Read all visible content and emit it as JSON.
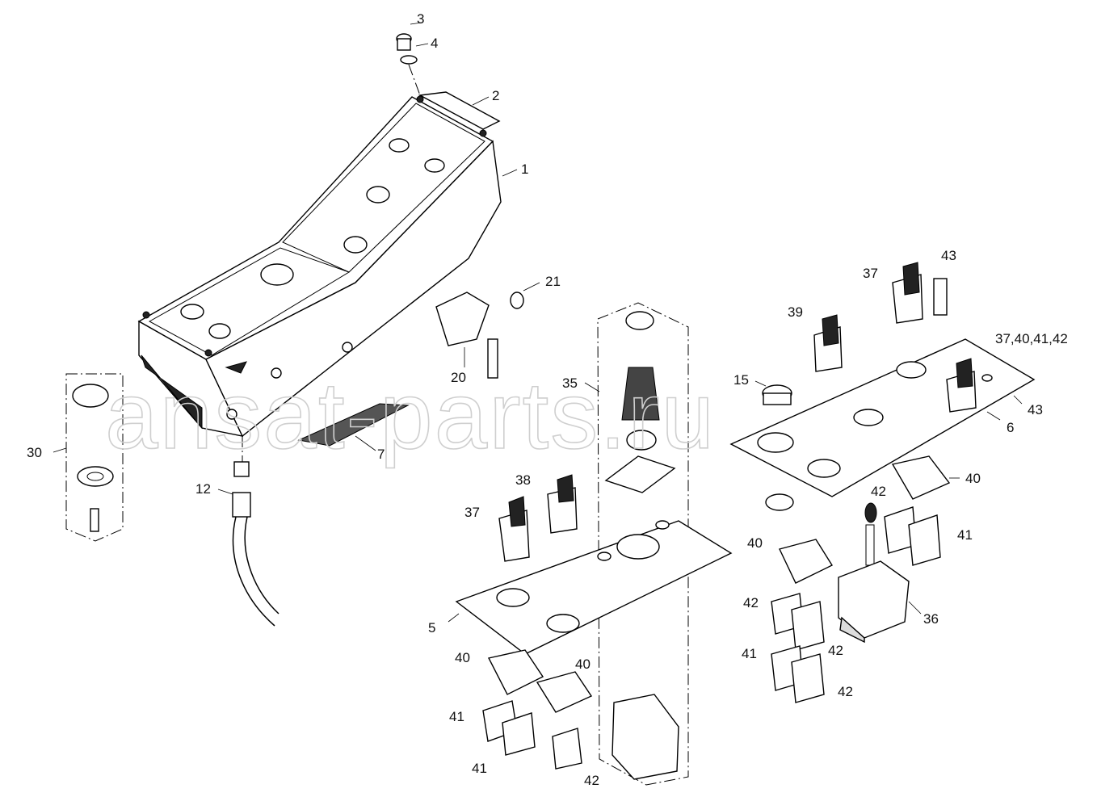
{
  "watermark": "ansat-parts.ru",
  "callouts": [
    {
      "id": "c1",
      "text": "1"
    },
    {
      "id": "c2",
      "text": "2"
    },
    {
      "id": "c3",
      "text": "3"
    },
    {
      "id": "c4",
      "text": "4"
    },
    {
      "id": "c5",
      "text": "5"
    },
    {
      "id": "c6",
      "text": "6"
    },
    {
      "id": "c7",
      "text": "7"
    },
    {
      "id": "c12",
      "text": "12"
    },
    {
      "id": "c15",
      "text": "15"
    },
    {
      "id": "c20",
      "text": "20"
    },
    {
      "id": "c21",
      "text": "21"
    },
    {
      "id": "c30",
      "text": "30"
    },
    {
      "id": "c35",
      "text": "35"
    },
    {
      "id": "c36",
      "text": "36"
    },
    {
      "id": "c37a",
      "text": "37"
    },
    {
      "id": "c37b",
      "text": "37"
    },
    {
      "id": "c37c",
      "text": "37,40,41,42"
    },
    {
      "id": "c38",
      "text": "38"
    },
    {
      "id": "c39",
      "text": "39"
    },
    {
      "id": "c40a",
      "text": "40"
    },
    {
      "id": "c40b",
      "text": "40"
    },
    {
      "id": "c40c",
      "text": "40"
    },
    {
      "id": "c40d",
      "text": "40"
    },
    {
      "id": "c41a",
      "text": "41"
    },
    {
      "id": "c41b",
      "text": "41"
    },
    {
      "id": "c41c",
      "text": "41"
    },
    {
      "id": "c41d",
      "text": "41"
    },
    {
      "id": "c42a",
      "text": "42"
    },
    {
      "id": "c42b",
      "text": "42"
    },
    {
      "id": "c42c",
      "text": "42"
    },
    {
      "id": "c42d",
      "text": "42"
    },
    {
      "id": "c42e",
      "text": "42"
    },
    {
      "id": "c43a",
      "text": "43"
    },
    {
      "id": "c43b",
      "text": "43"
    }
  ]
}
